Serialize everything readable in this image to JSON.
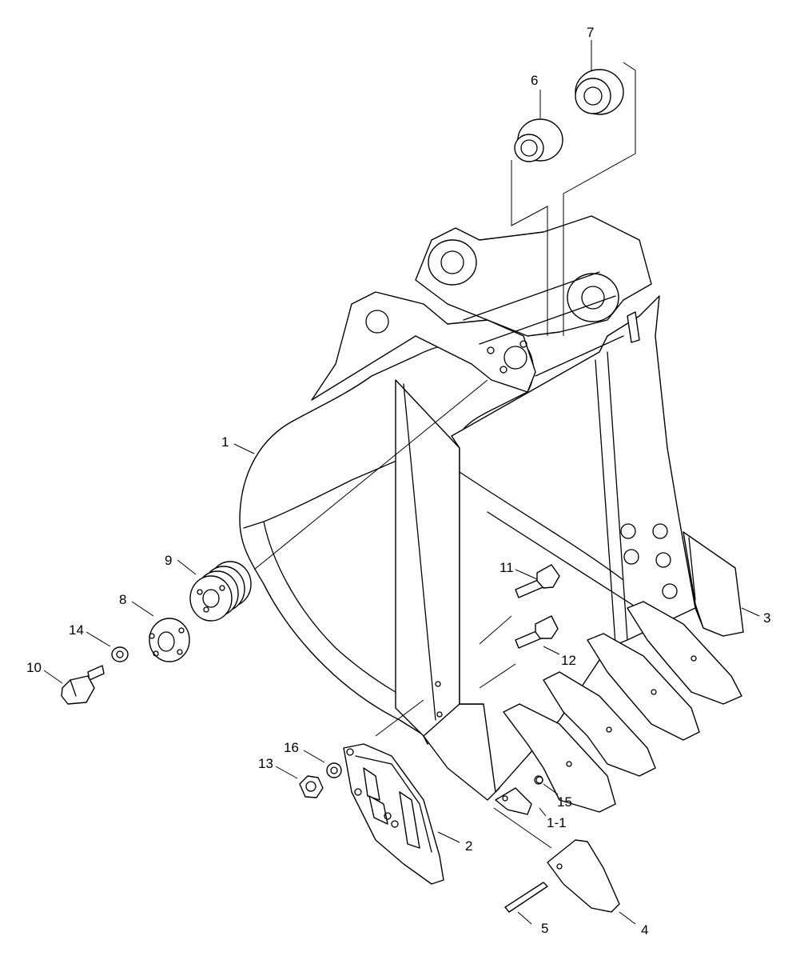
{
  "callouts": {
    "c1": "1",
    "c1_1": "1-1",
    "c2": "2",
    "c3": "3",
    "c4": "4",
    "c5": "5",
    "c6": "6",
    "c7": "7",
    "c8": "8",
    "c9": "9",
    "c10": "10",
    "c11": "11",
    "c12": "12",
    "c13": "13",
    "c14": "14",
    "c15": "15",
    "c16": "16"
  },
  "colors": {
    "line": "#000000",
    "background": "#ffffff"
  }
}
